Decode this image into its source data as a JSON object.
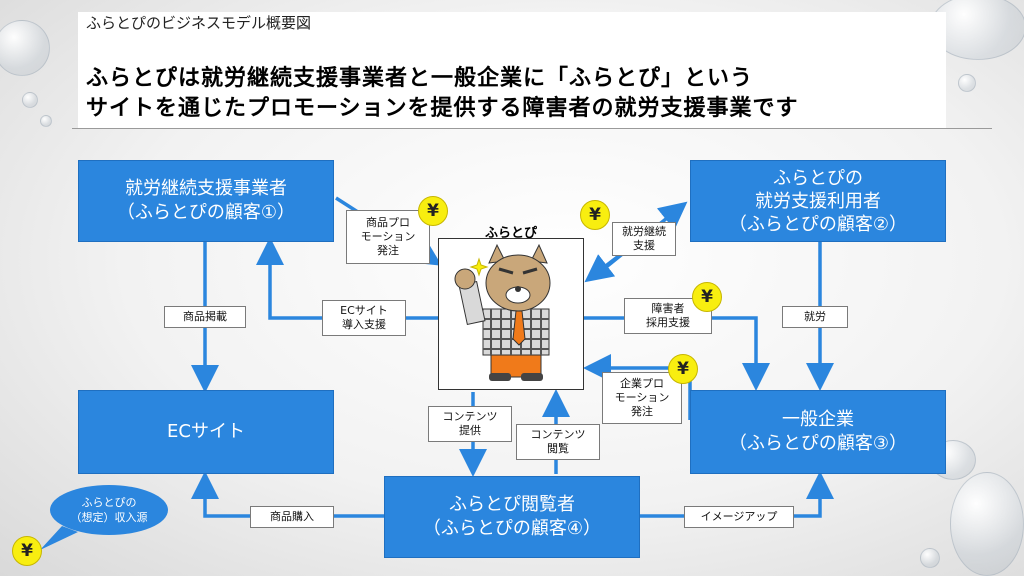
{
  "header": {
    "subtitle": "ふらとぴのビジネスモデル概要図",
    "title_line1": "ふらとぴは就労継続支援事業者と一般企業に「ふらとぴ」という",
    "title_line2": "サイトを通じたプロモーションを提供する障害者の就労支援事業です"
  },
  "nodes": {
    "provider": {
      "line1": "就労継続支援事業者",
      "line2": "（ふらとぴの顧客①）"
    },
    "user": {
      "line1": "ふらとぴの",
      "line2": "就労支援利用者",
      "line3": "（ふらとぴの顧客②）"
    },
    "ec_site": {
      "line1": "ECサイト"
    },
    "company": {
      "line1": "一般企業",
      "line2": "（ふらとぴの顧客③）"
    },
    "viewer": {
      "line1": "ふらとぴ閲覧者",
      "line2": "（ふらとぴの顧客④）"
    },
    "center": {
      "name": "ふらとぴ"
    }
  },
  "edge_labels": {
    "product_promotion": {
      "line1": "商品プロ",
      "line2": "モーション",
      "line3": "発注"
    },
    "ec_support": {
      "line1": "ECサイト",
      "line2": "導入支援"
    },
    "product_listing": {
      "line1": "商品掲載"
    },
    "employment_support": {
      "line1": "就労継続",
      "line2": "支援"
    },
    "disabled_hiring": {
      "line1": "障害者",
      "line2": "採用支援"
    },
    "employment": {
      "line1": "就労"
    },
    "company_promotion": {
      "line1": "企業プロ",
      "line2": "モーション",
      "line3": "発注"
    },
    "content_provide": {
      "line1": "コンテンツ",
      "line2": "提供"
    },
    "content_view": {
      "line1": "コンテンツ",
      "line2": "閲覧"
    },
    "product_purchase": {
      "line1": "商品購入"
    },
    "image_up": {
      "line1": "イメージアップ"
    }
  },
  "revenue_bubble": {
    "line1": "ふらとぴの",
    "line2": "（想定）収入源"
  },
  "yen_symbol": "¥",
  "colors": {
    "box_blue": "#2b86de",
    "yen_yellow": "#f8ee10",
    "arrow_blue": "#2b86de"
  },
  "icons": [
    "mascot-cat-icon",
    "yen-coin-icon"
  ]
}
